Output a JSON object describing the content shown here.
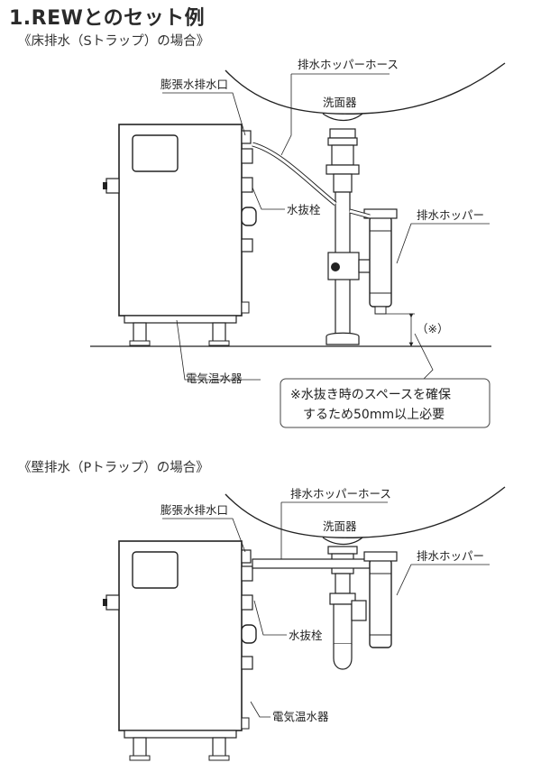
{
  "title": "1.REWとのセット例",
  "section1": {
    "heading": "《床排水（Sトラップ）の場合》",
    "labels": {
      "drain_hose": "排水ホッパーホース",
      "expansion_outlet": "膨張水排水口",
      "basin": "洗面器",
      "drain_plug": "水抜栓",
      "drain_hopper": "排水ホッパー",
      "note_mark": "（※）",
      "water_heater": "電気温水器"
    },
    "note": {
      "line1": "※水抜き時のスペースを確保",
      "line2": "するため50mm以上必要"
    }
  },
  "section2": {
    "heading": "《壁排水（Pトラップ）の場合》",
    "labels": {
      "drain_hose": "排水ホッパーホース",
      "expansion_outlet": "膨張水排水口",
      "basin": "洗面器",
      "drain_plug": "水抜栓",
      "drain_hopper": "排水ホッパー",
      "water_heater": "電気温水器"
    }
  }
}
